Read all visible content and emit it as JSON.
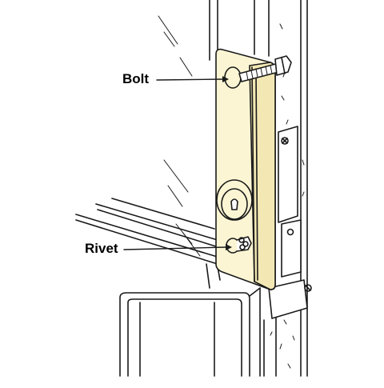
{
  "labels": {
    "bolt": "Bolt",
    "rivet": "Rivet"
  },
  "colors": {
    "background": "#ffffff",
    "line": "#1a1a1a",
    "plate_fill": "#fbf5d3",
    "plate_edge_fill": "#f3e8b4"
  },
  "components": [
    "door-jamb",
    "door-frame",
    "door",
    "latch-guard-plate",
    "lock-cylinder",
    "bolt",
    "rivet",
    "strike-plate"
  ]
}
